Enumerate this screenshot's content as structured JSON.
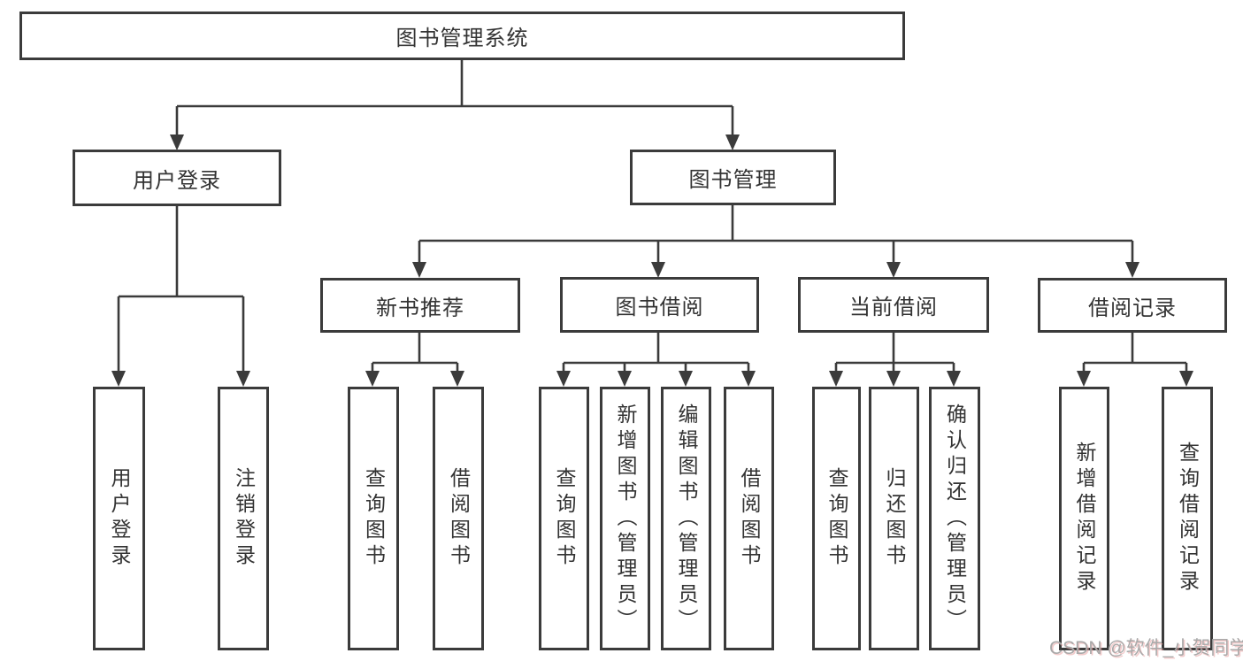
{
  "colors": {
    "line": "#3b3b3b",
    "border": "#3b3b3b",
    "text": "#333333",
    "background": "#ffffff",
    "watermark": "#a9a9a9"
  },
  "tree": {
    "label": "图书管理系统",
    "children": [
      {
        "label": "用户登录",
        "children": [
          {
            "label": "用户登录"
          },
          {
            "label": "注销登录"
          }
        ]
      },
      {
        "label": "图书管理",
        "children": [
          {
            "label": "新书推荐",
            "children": [
              {
                "label": "查询图书"
              },
              {
                "label": "借阅图书"
              }
            ]
          },
          {
            "label": "图书借阅",
            "children": [
              {
                "label": "查询图书"
              },
              {
                "label": "新增图书（管理员）"
              },
              {
                "label": "编辑图书（管理员）"
              },
              {
                "label": "借阅图书"
              }
            ]
          },
          {
            "label": "当前借阅",
            "children": [
              {
                "label": "查询图书"
              },
              {
                "label": "归还图书"
              },
              {
                "label": "确认归还（管理员）"
              }
            ]
          },
          {
            "label": "借阅记录",
            "children": [
              {
                "label": "新增借阅记录"
              },
              {
                "label": "查询借阅记录"
              }
            ]
          }
        ]
      }
    ]
  },
  "watermark": {
    "text": "CSDN @软件_小贺同学"
  }
}
